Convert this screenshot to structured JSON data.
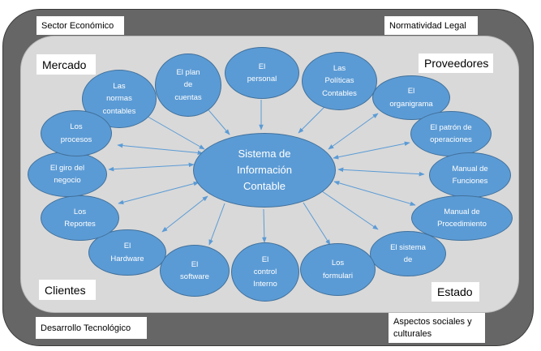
{
  "colors": {
    "outer_ring": "#666666",
    "inner_panel": "#d9d9d9",
    "node_fill": "#5b9bd5",
    "node_stroke": "#41719c",
    "arrow": "#5b9bd5"
  },
  "outer_labels": {
    "sector_economico": "Sector Económico",
    "normatividad_legal": "Normatividad Legal",
    "desarrollo_tecnologico": "Desarrollo Tecnológico",
    "aspectos_sociales": "Aspectos sociales y\nculturales"
  },
  "corner_labels": {
    "mercado": "Mercado",
    "proveedores": "Proveedores",
    "clientes": "Clientes",
    "estado": "Estado"
  },
  "center": {
    "label": "Sistema de\nInformación\nContable"
  },
  "nodes": {
    "normas_contables": "Las\nnormas\ncontables",
    "plan_cuentas": "El plan\nde\ncuentas",
    "personal": "El\npersonal",
    "politicas_contables": "Las\nPolíticas\nContables",
    "organigrama": "El\norganigrama",
    "patron_operaciones": "El patrón de\noperaciones",
    "manual_funciones": "Manual de\nFunciones",
    "manual_procedimiento": "Manual de\nProcedimiento",
    "sistema_de": "El sistema\nde",
    "formularios": "Los\nformulari",
    "control_interno": "El\ncontrol\nInterno",
    "software": "El\nsoftware",
    "hardware": "El\nHardware",
    "reportes": "Los\nReportes",
    "giro_negocio": "El giro del\nnegocio",
    "procesos": "Los\nprocesos"
  }
}
